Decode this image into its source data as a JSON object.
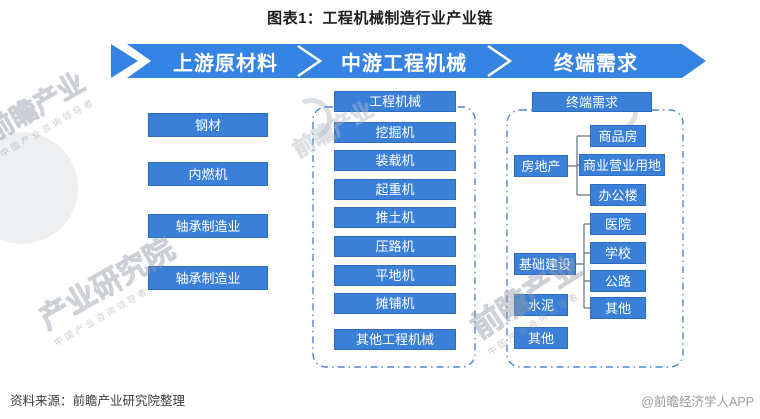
{
  "title": "图表1：工程机械制造行业产业链",
  "banner": {
    "segments": [
      "上游原材料",
      "中游工程机械",
      "终端需求"
    ]
  },
  "upstream": {
    "items": [
      "钢材",
      "内燃机",
      "轴承制造业",
      "轴承制造业"
    ]
  },
  "midstream": {
    "header": "工程机械",
    "items": [
      "挖掘机",
      "装载机",
      "起重机",
      "推土机",
      "压路机",
      "平地机",
      "摊铺机",
      "其他工程机械"
    ]
  },
  "downstream": {
    "header": "终端需求",
    "groups": [
      {
        "label": "房地产",
        "children": [
          "商品房",
          "商业营业用地",
          "办公楼"
        ]
      },
      {
        "label": "基础建设",
        "children": [
          "医院",
          "学校",
          "公路",
          "其他"
        ]
      },
      {
        "label": "水泥",
        "children": []
      },
      {
        "label": "其他",
        "children": []
      }
    ]
  },
  "footer": {
    "source": "资料来源：前瞻产业研究院整理",
    "copyright": "@前瞻经济学人APP"
  },
  "watermarks": {
    "brand": "前瞻产业",
    "institute": "产业研究院",
    "tagline": "中国产业咨询领导者"
  },
  "colors": {
    "banner_blue": "#3583e3",
    "box_blue": "#3a80d9",
    "box_border": "#2e6dbe",
    "dashed_border": "#4d86d9",
    "connector": "#607080"
  }
}
